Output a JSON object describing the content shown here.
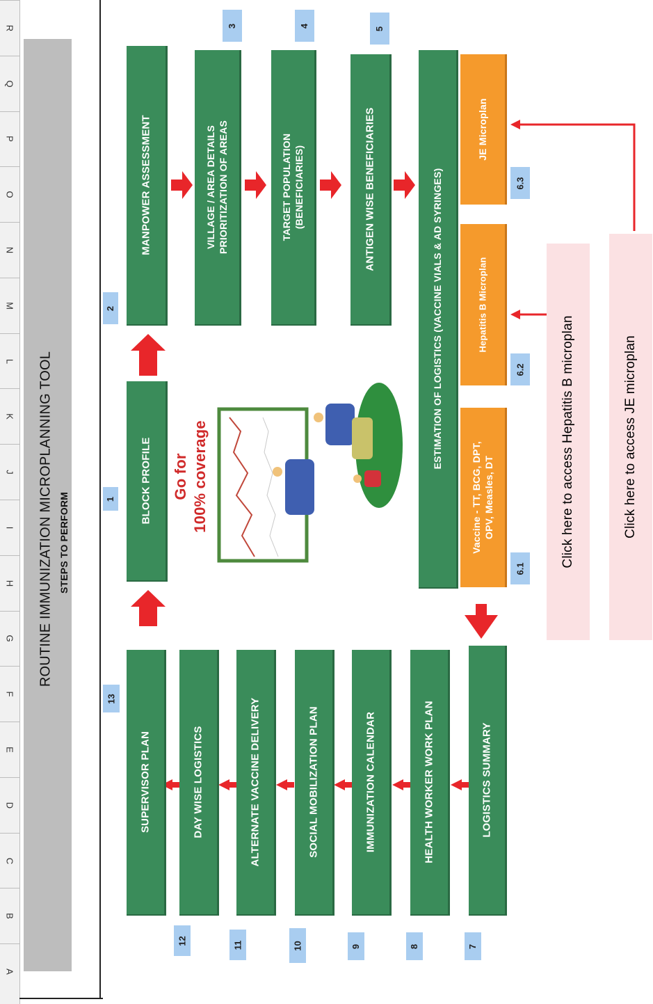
{
  "spreadsheet": {
    "columns": [
      "A",
      "B",
      "C",
      "D",
      "E",
      "F",
      "G",
      "H",
      "I",
      "J",
      "K",
      "L",
      "M",
      "N",
      "O",
      "P",
      "Q",
      "R"
    ]
  },
  "header": {
    "title": "ROUTINE IMMUNIZATION MICROPLANNING TOOL",
    "subtitle": "STEPS TO PERFORM"
  },
  "steps": {
    "block_profile": {
      "label": "BLOCK PROFILE",
      "number": "1"
    },
    "manpower": {
      "label": "MANPOWER  ASSESSMENT",
      "number": "2"
    },
    "village": {
      "label": "VILLAGE / AREA DETAILS\nPRIORITIZATION OF AREAS",
      "number": "3"
    },
    "target": {
      "label": "TARGET POPULATION\n(BENEFICIARIES)",
      "number": "4"
    },
    "antigen": {
      "label": "ANTIGEN WISE BENEFICIARIES",
      "number": "5"
    },
    "logistics": {
      "label": "ESTIMATION OF LOGISTICS (VACCINE VIALS & AD SYRINGES)"
    },
    "vaccine": {
      "label": "Vaccine - TT, BCG, DPT,\nOPV, Measles, DT",
      "number": "6.1"
    },
    "hepb": {
      "label": "Hepatitis B Microplan",
      "number": "6.2"
    },
    "je": {
      "label": "JE  Microplan",
      "number": "6.3"
    },
    "logistics_summary": {
      "label": "LOGISTICS SUMMARY",
      "number": "7"
    },
    "hw_plan": {
      "label": "HEALTH WORKER WORK PLAN",
      "number": "8"
    },
    "calendar": {
      "label": "IMMUNIZATION CALENDAR",
      "number": "9"
    },
    "social": {
      "label": "SOCIAL MOBILIZATION PLAN",
      "number": "10"
    },
    "alternate": {
      "label": "ALTERNATE VACCINE DELIVERY",
      "number": "11"
    },
    "daywise": {
      "label": "DAY WISE LOGISTICS",
      "number": "12"
    },
    "supervisor": {
      "label": "SUPERVISOR  PLAN",
      "number": "13"
    }
  },
  "links": {
    "hepb": "Click here to access Hepatitis B microplan",
    "je": "Click here to access JE microplan"
  },
  "illustration": {
    "caption_line1": "Go for",
    "caption_line2": "100% coverage"
  },
  "colors": {
    "green": "#3a8c5a",
    "orange": "#f59a2c",
    "arrow": "#e8262a",
    "number_tag": "#a9cdf0",
    "link_bg": "#fbe1e3",
    "band": "#bdbdbd"
  }
}
